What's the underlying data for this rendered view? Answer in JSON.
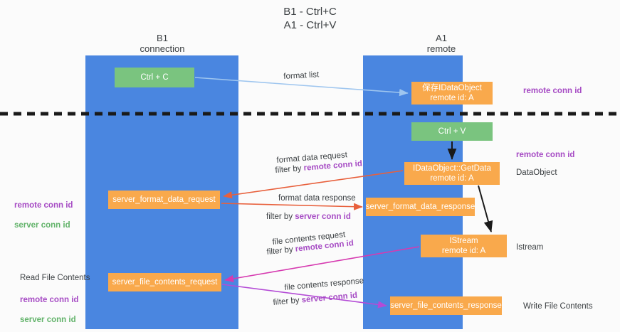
{
  "diagram": {
    "title": "B1 - Ctrl+C\nA1 - Ctrl+V",
    "columns": [
      {
        "label": "B1\nconnection"
      },
      {
        "label": "A1\nremote"
      }
    ],
    "colors": {
      "lane": "#4a86e0",
      "node_green": "#7ac47f",
      "node_orange": "#f9a94c",
      "remote_conn_id": "#a64bc4",
      "server_conn_id": "#62b36a",
      "arrow_blue": "#9fc6ef",
      "arrow_red": "#e8603c",
      "arrow_magenta": "#d63ab0",
      "arrow_purple": "#b44bd6",
      "arrow_black": "#1a1a1a",
      "background": "#fbfbfb"
    },
    "nodes": [
      {
        "id": "ctrl-c",
        "label": "Ctrl + C",
        "kind": "green"
      },
      {
        "id": "save-idataobject",
        "label": "保存IDataObject\nremote id: A",
        "kind": "orange"
      },
      {
        "id": "ctrl-v",
        "label": "Ctrl + V",
        "kind": "green"
      },
      {
        "id": "getdata",
        "label": "IDataObject::GetData\nremote id: A",
        "kind": "orange"
      },
      {
        "id": "server-format-data-request",
        "label": "server_format_data_request",
        "kind": "orange"
      },
      {
        "id": "server-format-data-response",
        "label": "server_format_data_response",
        "kind": "orange"
      },
      {
        "id": "istream",
        "label": "IStream\nremote id: A",
        "kind": "orange"
      },
      {
        "id": "server-file-contents-request",
        "label": "server_file_contents_request",
        "kind": "orange"
      },
      {
        "id": "server-file-contents-response",
        "label": "server_file_contents_response",
        "kind": "orange"
      }
    ],
    "edge_labels": {
      "format_list": "format list",
      "format_data_request": "format data request",
      "format_data_request_filter_prefix": "filter by ",
      "format_data_request_filter_key": "remote conn id",
      "format_data_response": "format data response",
      "format_data_response_filter_prefix": "filter by ",
      "format_data_response_filter_key": "server conn id",
      "file_contents_request": "file contents request",
      "file_contents_request_filter_prefix": "filter by ",
      "file_contents_request_filter_key": "remote conn id",
      "file_contents_response": "file contents response",
      "file_contents_response_filter_prefix": "filter by ",
      "file_contents_response_filter_key": "server conn id"
    },
    "annotations": {
      "right_remote_conn_id_top": "remote conn id",
      "right_remote_conn_id_mid": "remote conn id",
      "right_dataobject": "DataObject",
      "right_istream": "Istream",
      "right_write_file_contents": "Write File Contents",
      "left_remote_conn_id_1": "remote conn id",
      "left_server_conn_id_1": "server conn id",
      "left_read_file_contents": "Read File Contents",
      "left_remote_conn_id_2": "remote conn id",
      "left_server_conn_id_2": "server conn id"
    }
  }
}
